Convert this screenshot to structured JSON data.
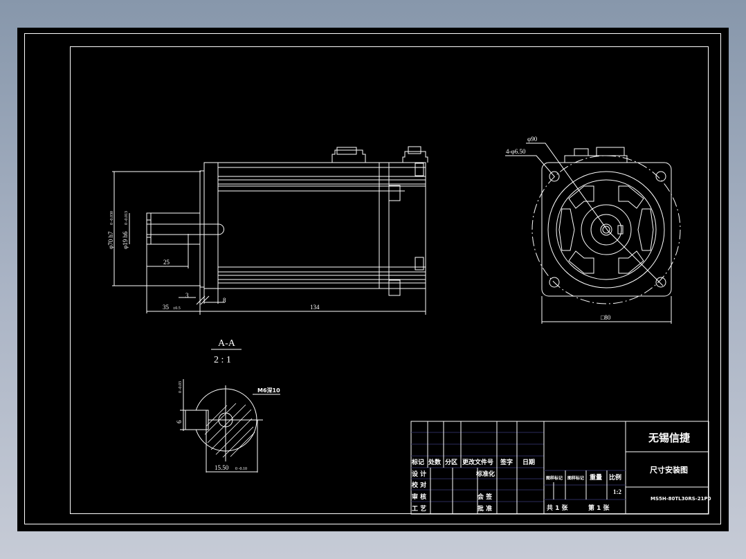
{
  "app": {
    "background_colors": {
      "top": "#8797ab",
      "bottom": "#c6cbd6"
    },
    "canvas_color": "#000000",
    "line_color": "#ffffff",
    "grid_line_color": "#2c2c5c"
  },
  "front_view": {
    "dim_outer_diameter": "φ70 h7",
    "dim_outer_tol": "0 -0.030",
    "dim_shaft_diameter": "φ19 h6",
    "dim_shaft_tol": "0 -0.013",
    "dim_key_length": "25",
    "dim_shaft_length": "35",
    "dim_shaft_length_tol": "±0.5",
    "dim_flange_step": "3",
    "dim_flange_thickness": "8",
    "dim_body_length": "134"
  },
  "side_view": {
    "dim_pcd": "φ90",
    "dim_holes": "4-φ6.50",
    "dim_square": "□80"
  },
  "section_view": {
    "title": "A-A",
    "scale": "2 : 1",
    "dim_key_width": "6",
    "dim_key_tol": "0 -0.03",
    "dim_thread": "M6深10",
    "dim_key_depth": "15.50",
    "dim_key_depth_tol": "0 -0.10"
  },
  "title_block": {
    "company": "无锡信捷",
    "drawing_title": "尺寸安装图",
    "part_number": "MS5H-80TL30RS-21P0",
    "revision_headers": [
      "标记",
      "处数",
      "分区",
      "更改文件号",
      "签字",
      "日期"
    ],
    "rows": [
      {
        "label": "设 计",
        "role": "标准化"
      },
      {
        "label": "校 对",
        "role": ""
      },
      {
        "label": "审 核",
        "role": "会 签"
      },
      {
        "label": "工 艺",
        "role": "批 准"
      }
    ],
    "mark_headers": [
      "图样标记",
      "图样标记",
      "重量",
      "比例"
    ],
    "scale_value": "1:2",
    "sheet_total": "共 1 张",
    "sheet_index": "第 1 张"
  }
}
